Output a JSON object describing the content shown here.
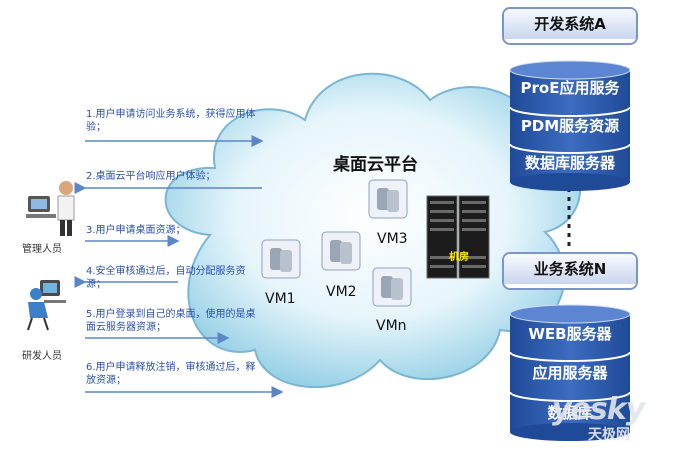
{
  "steps": [
    "1.用户申请访问业务系统，获得应用体验；",
    "2.桌面云平台响应用户体验；",
    "3.用户申请桌面资源；",
    "4.安全审核通过后，自动分配服务资源；",
    "5.用户登录到自己的桌面，使用的是桌面云服务器资源；",
    "6.用户申请释放注销，审核通过后，释放资源；"
  ],
  "roles": {
    "admin": "管理人员",
    "developer": "研发人员"
  },
  "cloud": {
    "title": "桌面云平台",
    "vms": [
      "VM1",
      "VM2",
      "VM3",
      "VMn"
    ],
    "room": "机房"
  },
  "system_a": {
    "title": "开发系统A",
    "items": [
      "ProE应用服务",
      "PDM服务资源",
      "数据库服务器"
    ]
  },
  "system_n": {
    "title": "业务系统N",
    "items": [
      "WEB服务器",
      "应用服务器",
      "数据库"
    ]
  },
  "watermark": {
    "brand": "yesky",
    "cn": "天极网"
  },
  "colors": {
    "arrow": "#5a86c8",
    "text": "#2a4fae",
    "disk": "#2e5aa8",
    "cloud": "#b9e2f1"
  }
}
